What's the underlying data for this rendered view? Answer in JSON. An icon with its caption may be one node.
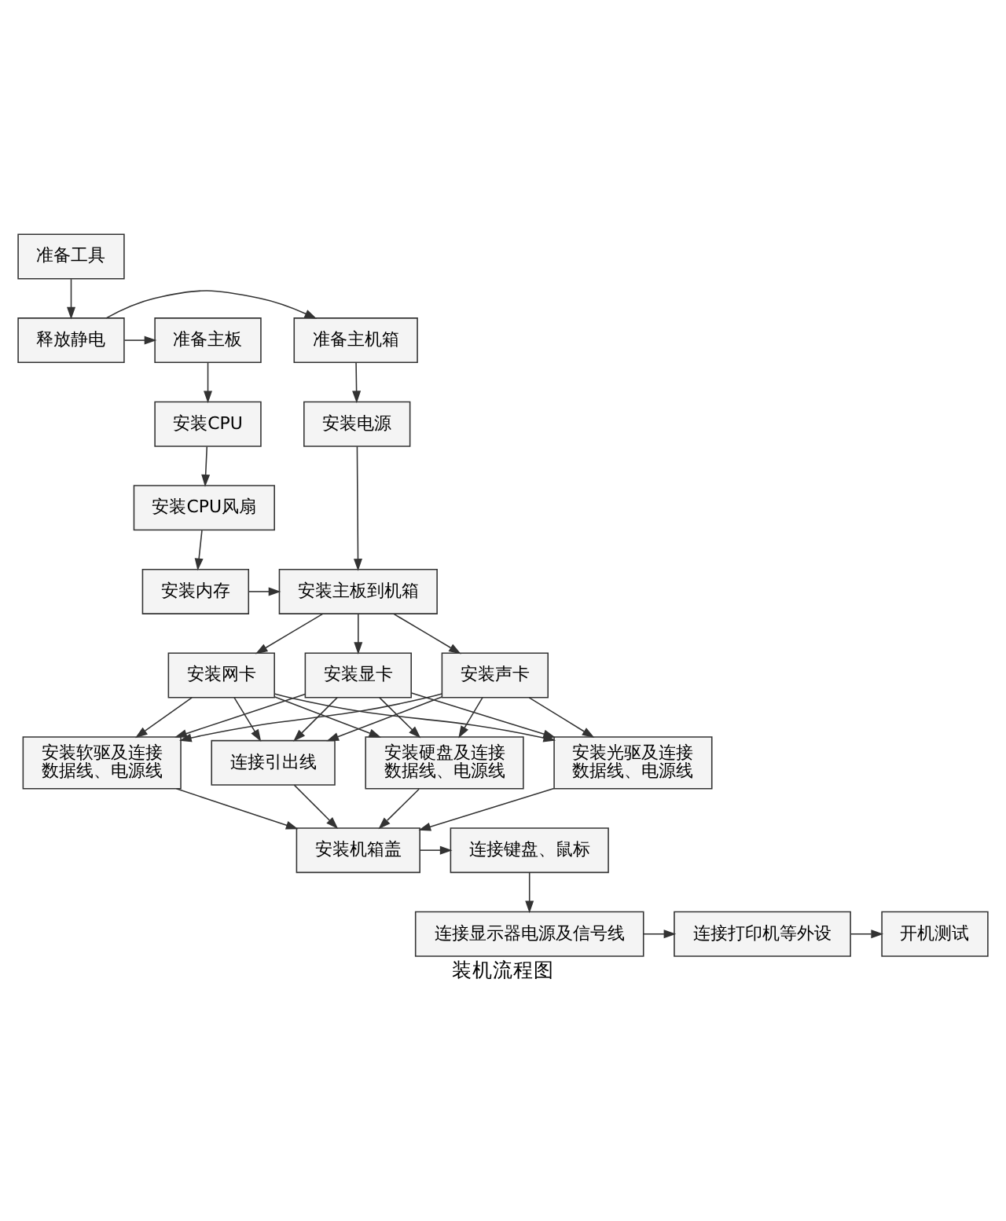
{
  "diagram": {
    "caption": "装机流程图",
    "nodes": [
      {
        "text": [
          "准备工具"
        ]
      },
      {
        "text": [
          "释放静电"
        ]
      },
      {
        "text": [
          "准备主板"
        ]
      },
      {
        "text": [
          "准备主机箱"
        ]
      },
      {
        "text": [
          "安装CPU"
        ]
      },
      {
        "text": [
          "安装电源"
        ]
      },
      {
        "text": [
          "安装CPU风扇"
        ]
      },
      {
        "text": [
          "安装内存"
        ]
      },
      {
        "text": [
          "安装主板到机箱"
        ]
      },
      {
        "text": [
          "安装网卡"
        ]
      },
      {
        "text": [
          "安装显卡"
        ]
      },
      {
        "text": [
          "安装声卡"
        ]
      },
      {
        "text": [
          "安装硬盘及连接数据线、电源线"
        ]
      },
      {
        "text": [
          "安装光驱及连接数据线、电源线"
        ]
      },
      {
        "text": [
          "安装软驱及连接数据线、电源线"
        ]
      },
      {
        "text": [
          "连接引出线"
        ]
      },
      {
        "text": [
          "连接键盘、鼠标"
        ]
      },
      {
        "text": [
          "安装机箱盖"
        ]
      },
      {
        "text": [
          "连接显示器电源及信号线"
        ]
      },
      {
        "text": [
          "连接打印机等外设"
        ]
      },
      {
        "text": [
          "开机测试"
        ]
      }
    ],
    "edges": [
      {
        "from": 0,
        "to": 1,
        "arrow": "to"
      },
      {
        "from": 1,
        "to": 2,
        "arrow": "to"
      },
      {
        "from": 1,
        "to": 3,
        "arrow": "to"
      },
      {
        "from": 2,
        "to": 4,
        "arrow": "to"
      },
      {
        "from": 4,
        "to": 6,
        "arrow": "to"
      },
      {
        "from": 6,
        "to": 7,
        "arrow": "to"
      },
      {
        "from": 7,
        "to": 8,
        "arrow": "to"
      },
      {
        "from": 3,
        "to": 5,
        "arrow": "to"
      },
      {
        "from": 5,
        "to": 8,
        "arrow": "to"
      },
      {
        "from": 8,
        "to": 9,
        "arrow": "to"
      },
      {
        "from": 8,
        "to": 10,
        "arrow": "to"
      },
      {
        "from": 8,
        "to": 11,
        "arrow": "to"
      },
      {
        "from": 9,
        "to": 12,
        "arrow": "to"
      },
      {
        "from": 9,
        "to": 13,
        "arrow": "to"
      },
      {
        "from": 9,
        "to": 14,
        "arrow": "to"
      },
      {
        "from": 9,
        "to": 15,
        "arrow": "to"
      },
      {
        "from": 10,
        "to": 12,
        "arrow": "to"
      },
      {
        "from": 10,
        "to": 13,
        "arrow": "to"
      },
      {
        "from": 10,
        "to": 14,
        "arrow": "to"
      },
      {
        "from": 10,
        "to": 15,
        "arrow": "to"
      },
      {
        "from": 11,
        "to": 12,
        "arrow": "to"
      },
      {
        "from": 11,
        "to": 13,
        "arrow": "to"
      },
      {
        "from": 11,
        "to": 14,
        "arrow": "to"
      },
      {
        "from": 11,
        "to": 15,
        "arrow": "to"
      },
      {
        "from": 12,
        "to": 17,
        "arrow": "to"
      },
      {
        "from": 13,
        "to": 17,
        "arrow": "to"
      },
      {
        "from": 14,
        "to": 17,
        "arrow": "to"
      },
      {
        "from": 15,
        "to": 17,
        "arrow": "to"
      },
      {
        "from": 17,
        "to": 16,
        "arrow": "to"
      },
      {
        "from": 16,
        "to": 18,
        "arrow": "to"
      },
      {
        "from": 18,
        "to": 19,
        "arrow": "to"
      },
      {
        "from": 19,
        "to": 20,
        "arrow": "to"
      }
    ]
  }
}
